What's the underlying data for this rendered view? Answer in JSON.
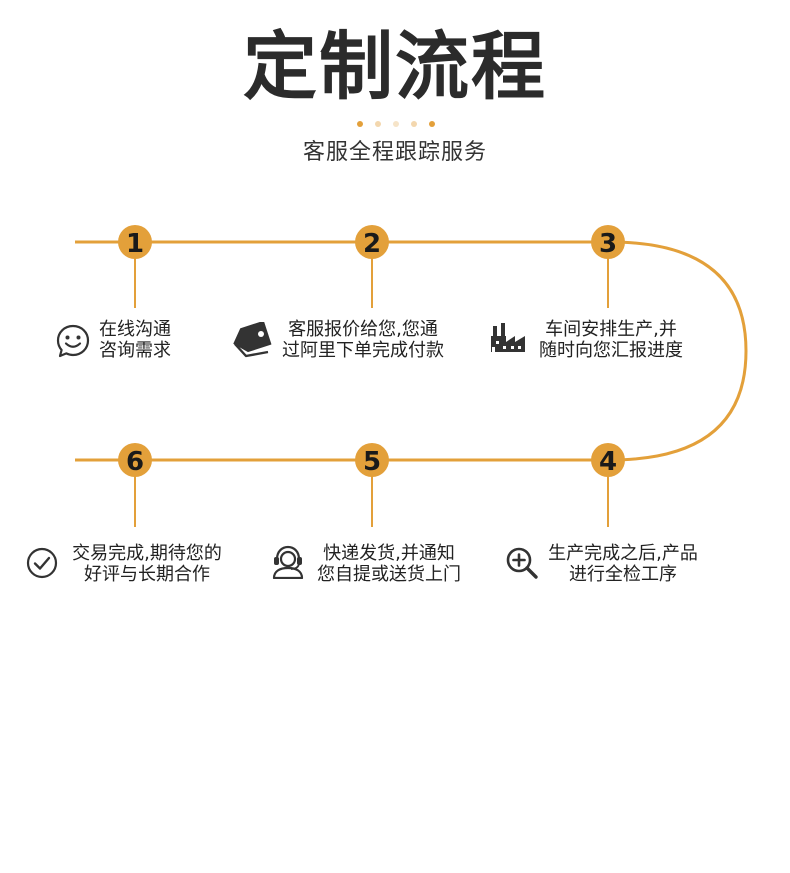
{
  "title": "定制流程",
  "subtitle": "客服全程跟踪服务",
  "accent_color": "#e3a03a",
  "dot_colors": [
    "#e3a03a",
    "#f3d7ae",
    "#f6e4c8",
    "#f3d7ae",
    "#e3a03a"
  ],
  "steps": [
    {
      "number": "1",
      "icon": "smiley-chat-icon",
      "line1": "在线沟通",
      "line2": "咨询需求"
    },
    {
      "number": "2",
      "icon": "price-tag-icon",
      "line1": "客服报价给您,您通",
      "line2": "过阿里下单完成付款"
    },
    {
      "number": "3",
      "icon": "factory-icon",
      "line1": "车间安排生产,并",
      "line2": "随时向您汇报进度"
    },
    {
      "number": "4",
      "icon": "magnifier-plus-icon",
      "line1": "生产完成之后,产品",
      "line2": "进行全检工序"
    },
    {
      "number": "5",
      "icon": "headset-agent-icon",
      "line1": "快递发货,并通知",
      "line2": "您自提或送货上门"
    },
    {
      "number": "6",
      "icon": "check-circle-icon",
      "line1": "交易完成,期待您的",
      "line2": "好评与长期合作"
    }
  ]
}
